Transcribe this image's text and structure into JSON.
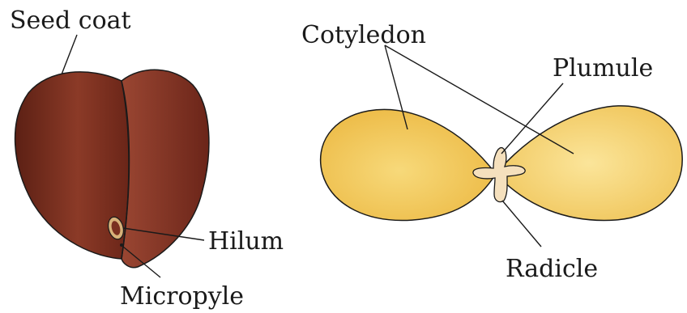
{
  "labels": {
    "seed_coat": "Seed coat",
    "hilum": "Hilum",
    "micropyle": "Micropyle",
    "cotyledon": "Cotyledon",
    "plumule": "Plumule",
    "radicle": "Radicle"
  },
  "colors": {
    "seed_coat_dark": "#5a1e14",
    "seed_coat_mid": "#8a3a28",
    "seed_coat_light": "#a04a35",
    "cotyledon_fill": "#f2c75a",
    "cotyledon_light": "#f8dd86",
    "embryo_fill": "#f6e2c0",
    "outline": "#1a1a1a"
  }
}
